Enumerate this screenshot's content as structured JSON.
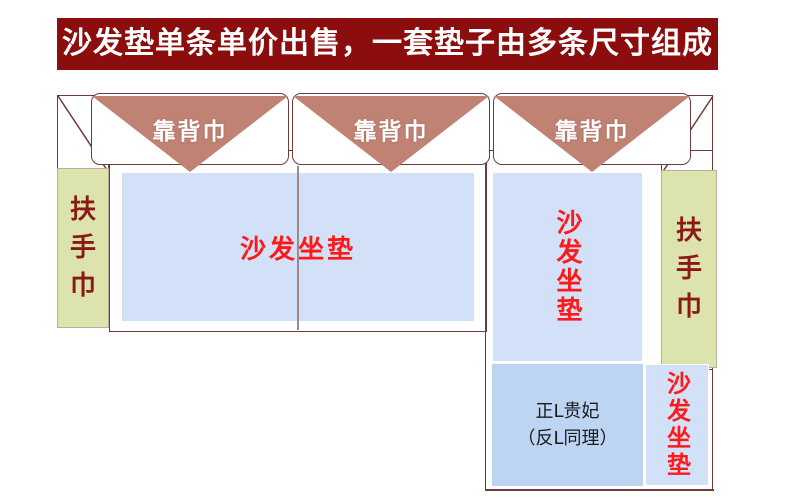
{
  "banner": {
    "title": "沙发垫单条单价出售，一套垫子由多条尺寸组成",
    "background": "#8b0d0d",
    "text_color": "#ffffff"
  },
  "colors": {
    "frame_outline": "#6e3b3b",
    "backrest_triangle": "#bf8273",
    "armrest_fill": "#dce3ad",
    "armrest_text": "#8b1a16",
    "cushion_fill": "#d2e1f8",
    "cushion_text": "#ff1a1a",
    "chaise_fill": "#bdd5f3",
    "chaise_text": "#1a1a1a"
  },
  "diagram": {
    "backrests": [
      {
        "label": "靠背巾"
      },
      {
        "label": "靠背巾"
      },
      {
        "label": "靠背巾"
      }
    ],
    "armrests": [
      {
        "chars": [
          "扶",
          "手",
          "巾"
        ],
        "side": "left"
      },
      {
        "chars": [
          "扶",
          "手",
          "巾"
        ],
        "side": "right"
      }
    ],
    "cushions": [
      {
        "label": "沙发坐垫",
        "orientation": "horizontal",
        "position": "main-seat"
      },
      {
        "label": "沙发坐垫",
        "orientation": "vertical",
        "position": "third-seat"
      },
      {
        "label": "沙发坐垫",
        "orientation": "vertical",
        "position": "chaise-strip"
      }
    ],
    "chaise_note": {
      "line1": "正L贵妃",
      "line2": "（反L同理）"
    }
  }
}
